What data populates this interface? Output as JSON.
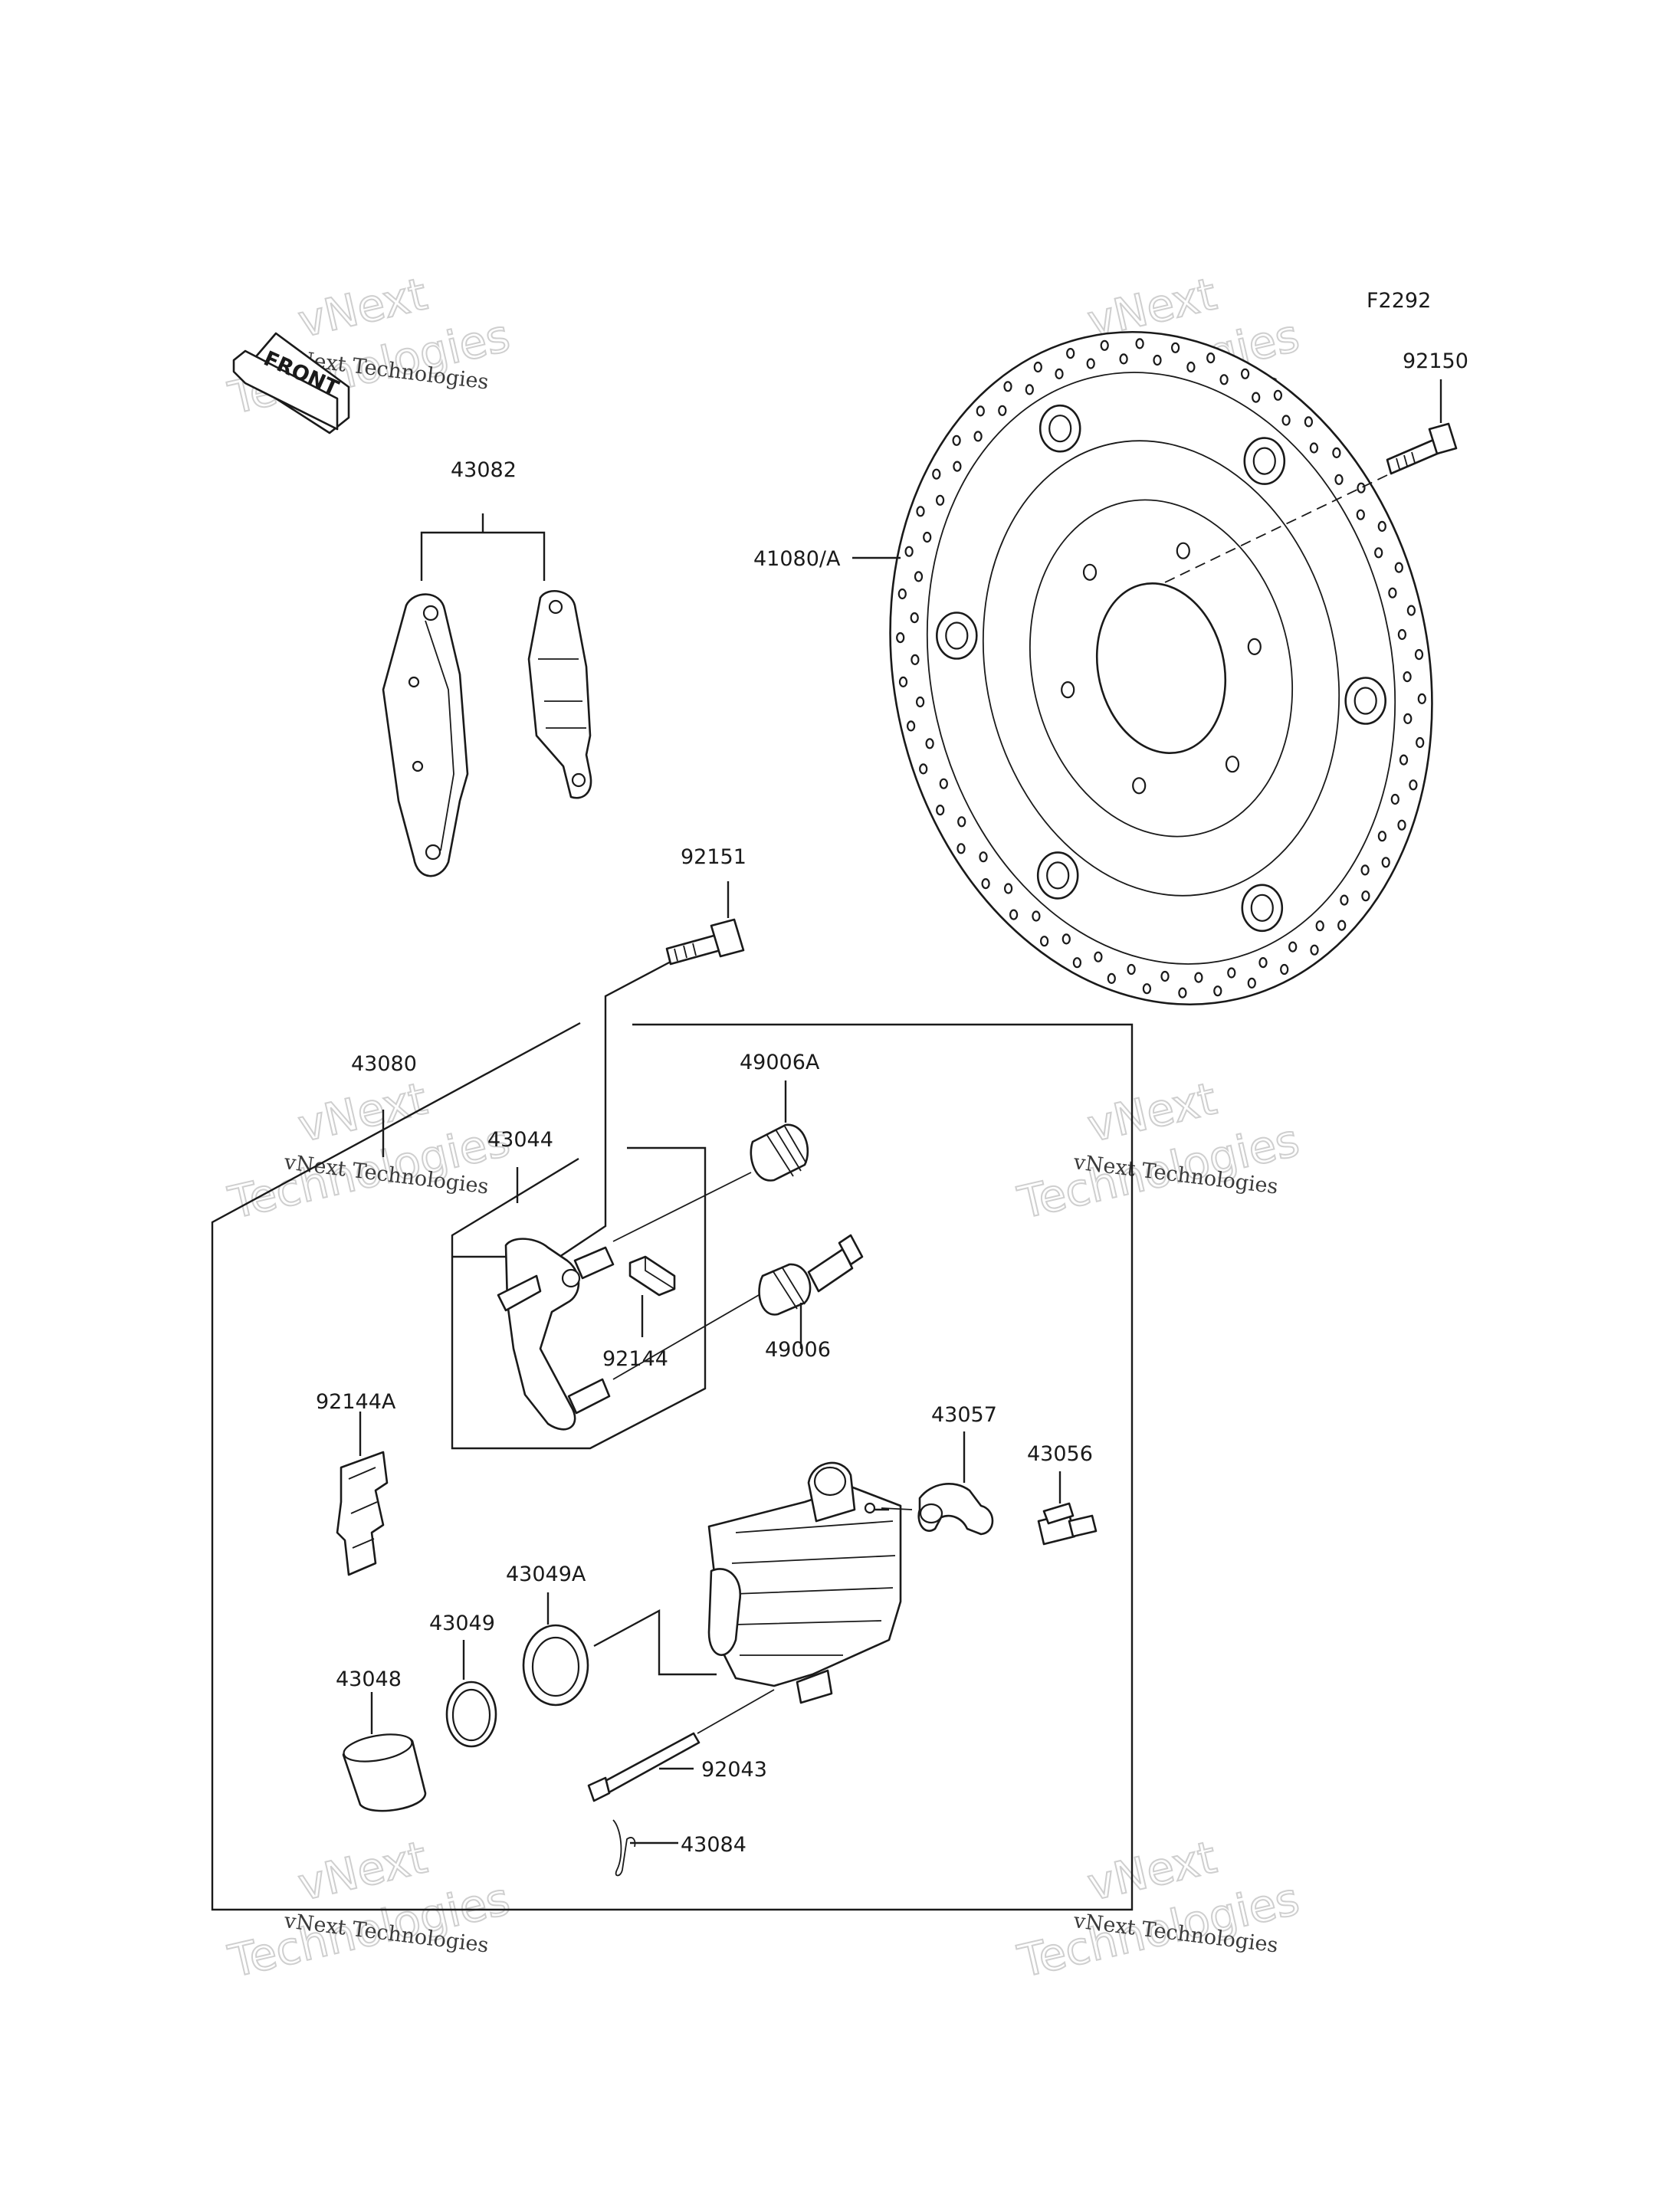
{
  "diagram": {
    "figure_code": "F2292",
    "front_label": "FRONT",
    "watermark": {
      "line1": "vNext Technologies",
      "line2": "vNext",
      "line3": "Technologies"
    },
    "parts": [
      {
        "id": "p92150",
        "number": "92150"
      },
      {
        "id": "p41080",
        "number": "41080/A"
      },
      {
        "id": "p43082",
        "number": "43082"
      },
      {
        "id": "p92151",
        "number": "92151"
      },
      {
        "id": "p43080",
        "number": "43080"
      },
      {
        "id": "p43044",
        "number": "43044"
      },
      {
        "id": "p49006A",
        "number": "49006A"
      },
      {
        "id": "p92144",
        "number": "92144"
      },
      {
        "id": "p49006",
        "number": "49006"
      },
      {
        "id": "p92144A",
        "number": "92144A"
      },
      {
        "id": "p43057",
        "number": "43057"
      },
      {
        "id": "p43056",
        "number": "43056"
      },
      {
        "id": "p43049A",
        "number": "43049A"
      },
      {
        "id": "p43049",
        "number": "43049"
      },
      {
        "id": "p43048",
        "number": "43048"
      },
      {
        "id": "p92043",
        "number": "92043"
      },
      {
        "id": "p43084",
        "number": "43084"
      }
    ]
  }
}
